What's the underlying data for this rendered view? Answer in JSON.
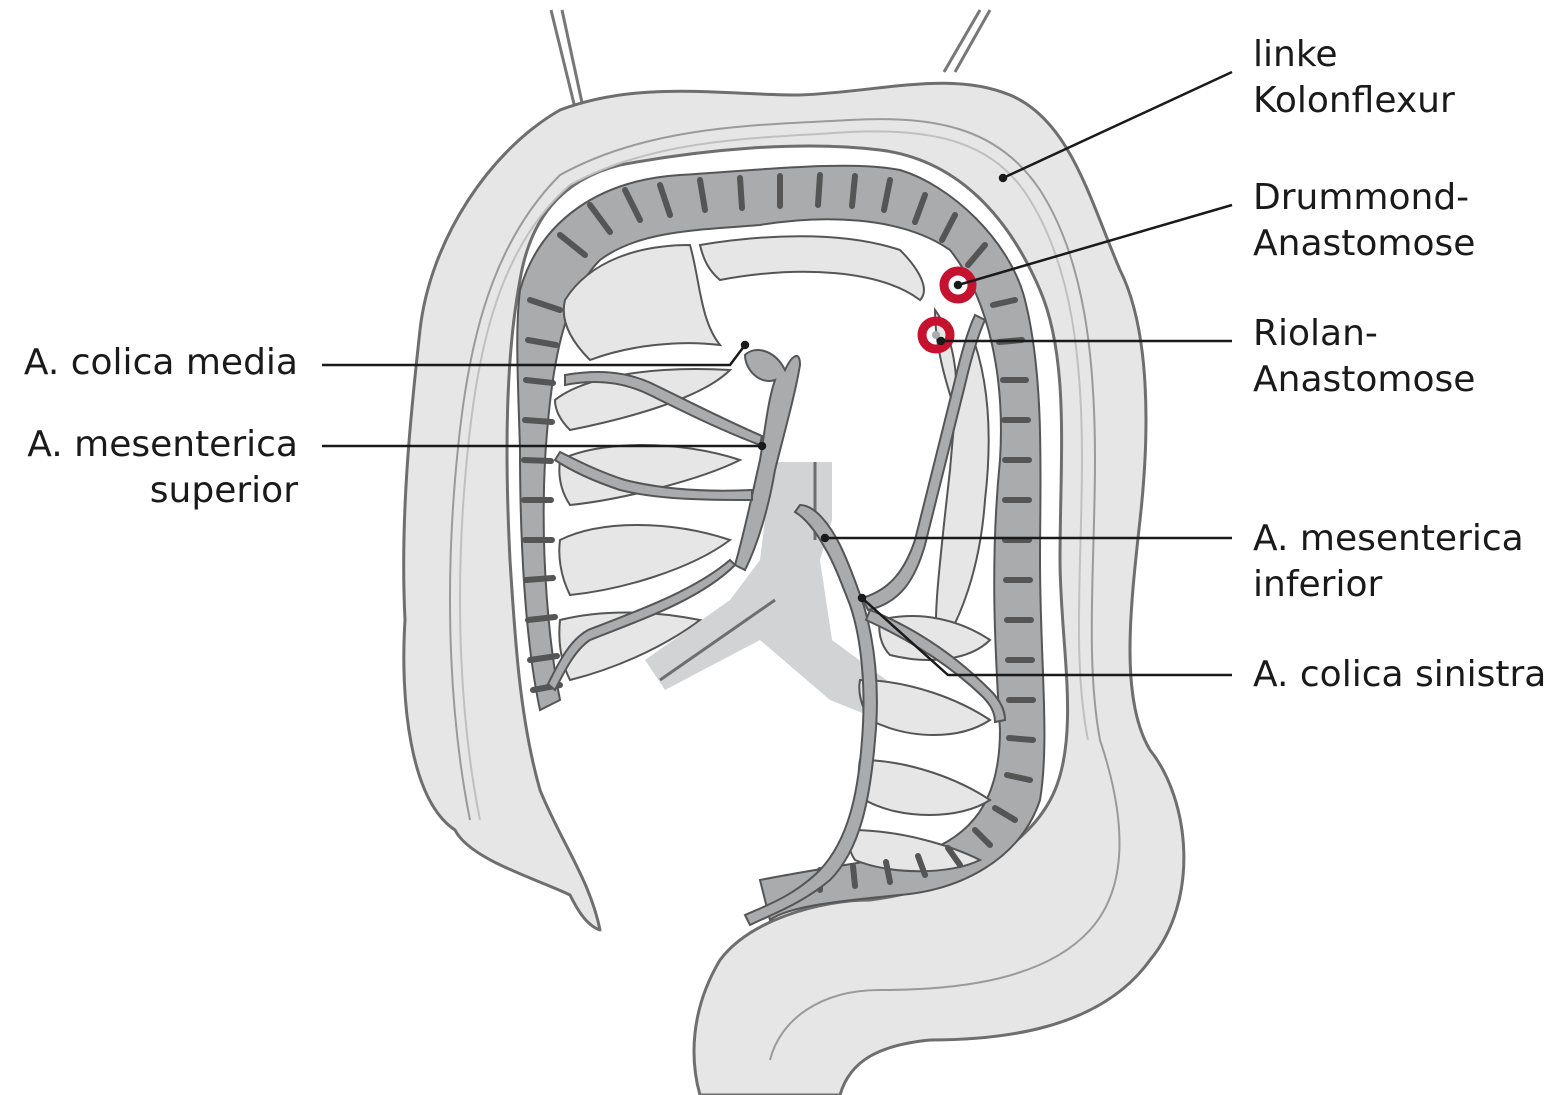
{
  "labels": {
    "linke_kolonflexur": [
      "linke",
      "Kolonflexur"
    ],
    "drummond": [
      "Drummond-",
      "Anastomose"
    ],
    "riolan": [
      "Riolan-",
      "Anastomose"
    ],
    "colica_media": [
      "A. colica media"
    ],
    "mesenterica_superior": [
      "A. mesenterica",
      "superior"
    ],
    "mesenterica_inferior": [
      "A. mesenterica",
      "inferior"
    ],
    "colica_sinistra": [
      "A. colica sinistra"
    ]
  },
  "colors": {
    "colon_fill": "#e6e6e6",
    "colon_outline": "#6e6e6e",
    "vessel_fill": "#a9abad",
    "aorta_fill": "#d2d3d4",
    "marker_red": "#c4122f",
    "leader": "#1a1a1a"
  }
}
